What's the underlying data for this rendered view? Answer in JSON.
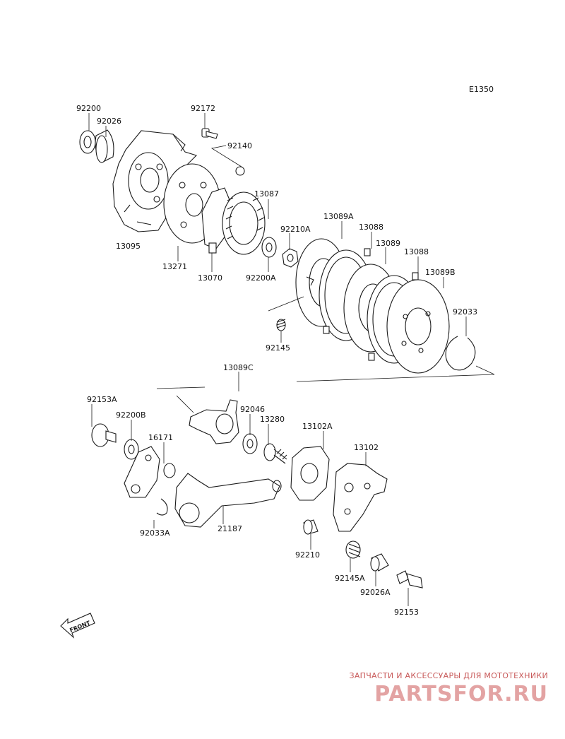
{
  "diagram_code": "E1350",
  "labels": {
    "p92200": "92200",
    "p92026": "92026",
    "p92172": "92172",
    "p92140": "92140",
    "p13087": "13087",
    "p13095": "13095",
    "p92210A": "92210A",
    "p13089A": "13089A",
    "p13088a": "13088",
    "p13089": "13089",
    "p13088b": "13088",
    "p13089B": "13089B",
    "p13271": "13271",
    "p13070": "13070",
    "p92200A": "92200A",
    "p92033": "92033",
    "p92145": "92145",
    "p13089C": "13089C",
    "p92153A": "92153A",
    "p92200B": "92200B",
    "p92046": "92046",
    "p13280": "13280",
    "p13102A": "13102A",
    "p13102": "13102",
    "p16171": "16171",
    "p92033A": "92033A",
    "p21187": "21187",
    "p92210": "92210",
    "p92145A": "92145A",
    "p92026A": "92026A",
    "p92153": "92153"
  },
  "front_label": "FRONT",
  "watermark": {
    "tagline": "ЗАПЧАСТИ И АКСЕССУАРЫ ДЛЯ МОТОТЕХНИКИ",
    "site": "PARTSFOR.RU"
  }
}
